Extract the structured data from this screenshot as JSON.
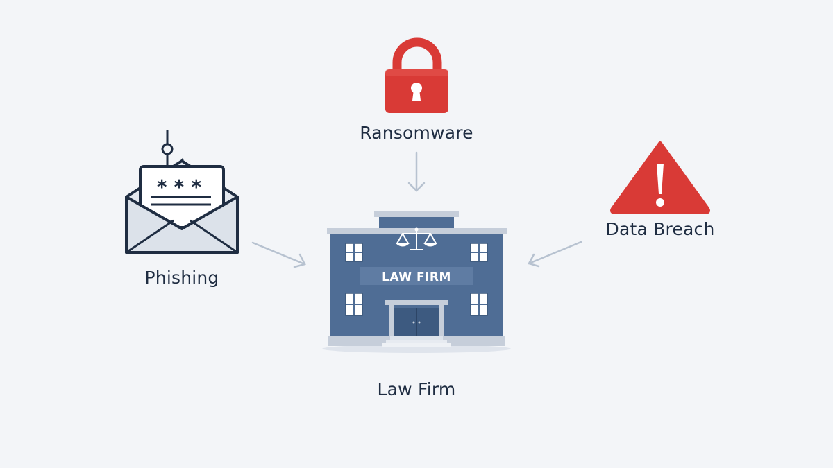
{
  "threats": {
    "ransomware": {
      "label": "Ransomware",
      "icon": "padlock-icon"
    },
    "phishing": {
      "label": "Phishing",
      "icon": "phishing-envelope-icon",
      "password_mask": "***"
    },
    "data_breach": {
      "label": "Data Breach",
      "icon": "warning-triangle-icon"
    }
  },
  "target": {
    "label": "Law Firm",
    "sign": "LAW FIRM",
    "icon": "law-firm-building-icon"
  },
  "colors": {
    "background": "#f3f5f8",
    "threat_red": "#d93a36",
    "building_blue": "#4f6d95",
    "navy": "#1f2d42",
    "arrow": "#b7c2d0"
  }
}
